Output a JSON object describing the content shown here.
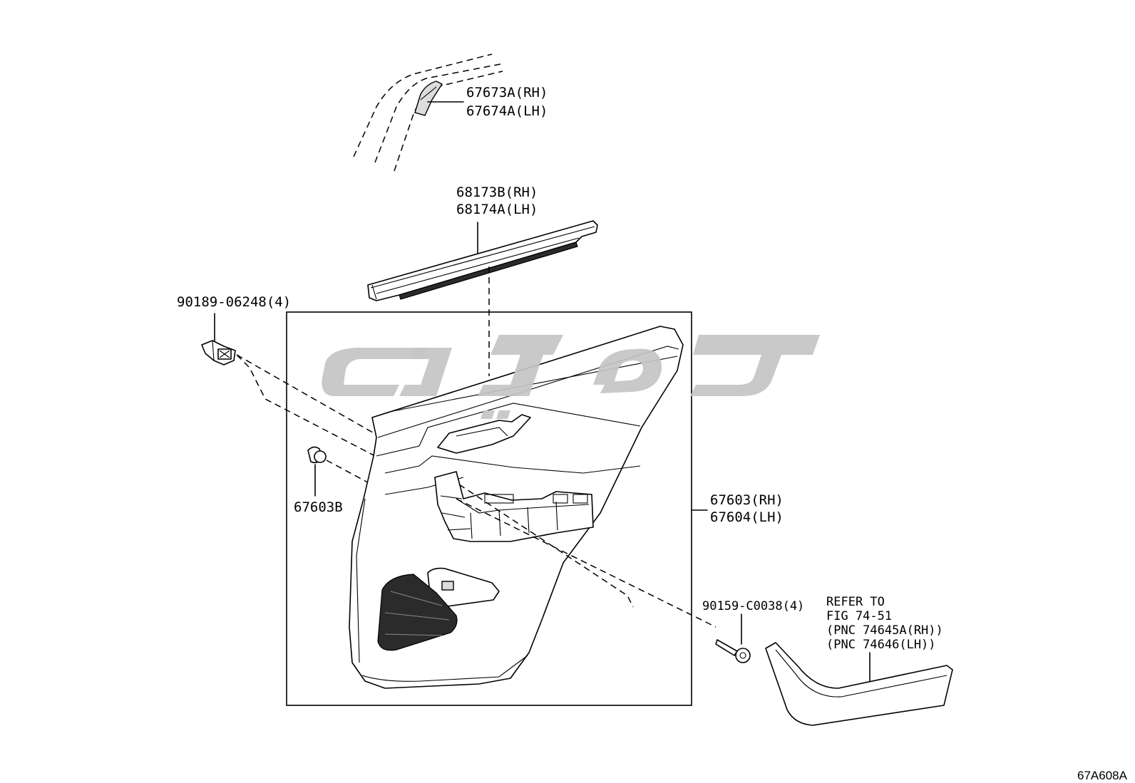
{
  "figure_code": "67A608A",
  "watermark": "",
  "callouts": {
    "corner_trim": [
      "67673A(RH)",
      "67674A(LH)"
    ],
    "belt_weatherstrip": [
      "68173B(RH)",
      "68174A(LH)"
    ],
    "clip_upper": "90189-06248(4)",
    "clip_lower": "67603B",
    "door_trim_board": [
      "67603(RH)",
      "67604(LH)"
    ],
    "screw": "90159-C0038(4)",
    "armrest_ref": [
      "REFER TO",
      "FIG 74-51",
      "(PNC 74645A(RH))",
      "(PNC 74646(LH))"
    ]
  }
}
